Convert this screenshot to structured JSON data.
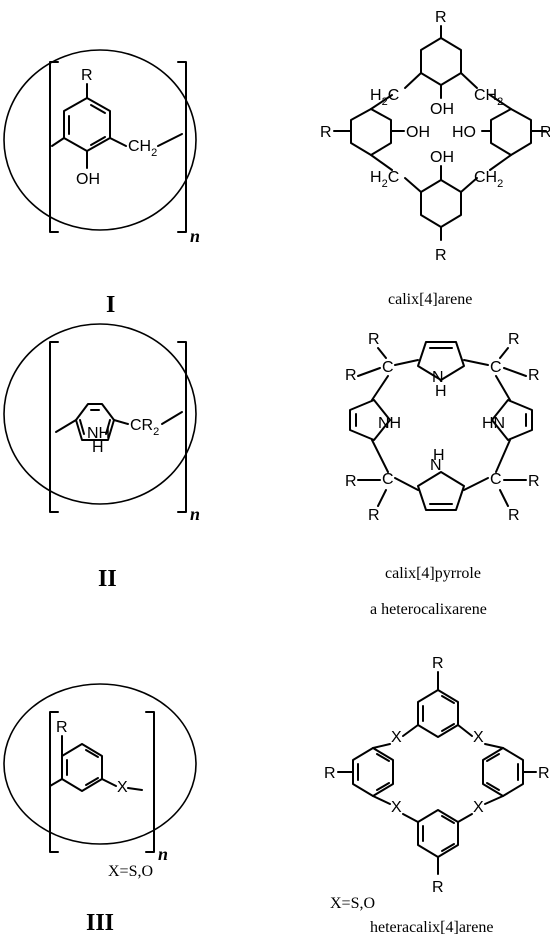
{
  "rows": [
    {
      "roman": "I",
      "general_subs": [
        "R",
        "OH",
        "CH2"
      ],
      "n": "n",
      "caption": [
        "calix[4]arene"
      ],
      "example_subs": {
        "R": "R",
        "OH": "OH",
        "H2C": "H2C",
        "CH2": "CH2",
        "HO": "HO"
      }
    },
    {
      "roman": "II",
      "general_subs": [
        "NH",
        "H",
        "CR2"
      ],
      "n": "n",
      "caption": [
        "calix[4]pyrrole",
        "a heterocalixarene"
      ],
      "example_subs": {
        "R": "R",
        "C": "C",
        "NH": "NH",
        "HN": "HN",
        "N": "N",
        "H": "H"
      }
    },
    {
      "roman": "III",
      "general_subs": [
        "R",
        "X"
      ],
      "n": "n",
      "x_note": "X=S,O",
      "caption": [
        "X=S,O",
        "heteracalix[4]arene"
      ],
      "example_subs": {
        "R": "R",
        "X": "X"
      }
    }
  ]
}
